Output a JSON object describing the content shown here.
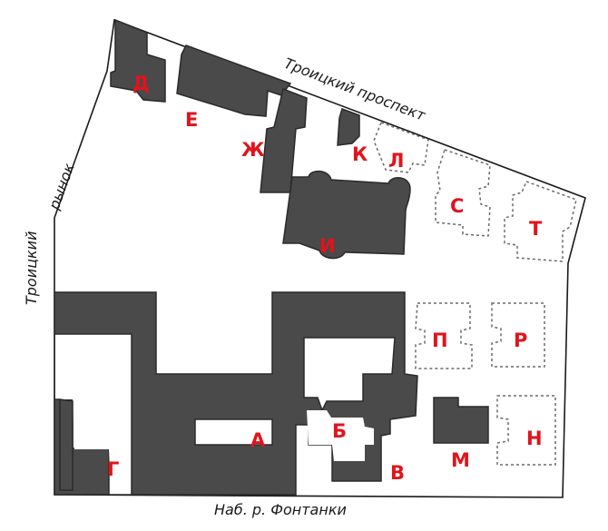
{
  "map": {
    "letter_color": "#e0141c",
    "building_color": "#4a4a4a",
    "streets": {
      "trotsky_prospect": "Троицкий проспект",
      "trotsky_market_1": "Троицкий",
      "trotsky_market_2": "рынок",
      "fontanka_embankment": "Наб. р. Фонтанки"
    },
    "labels": {
      "A": "А",
      "B": "Б",
      "V": "В",
      "G": "Г",
      "D": "Д",
      "E": "Е",
      "ZH": "Ж",
      "I": "И",
      "K": "К",
      "L": "Л",
      "M": "М",
      "N": "Н",
      "P": "П",
      "R": "Р",
      "S": "С",
      "T": "Т"
    }
  }
}
